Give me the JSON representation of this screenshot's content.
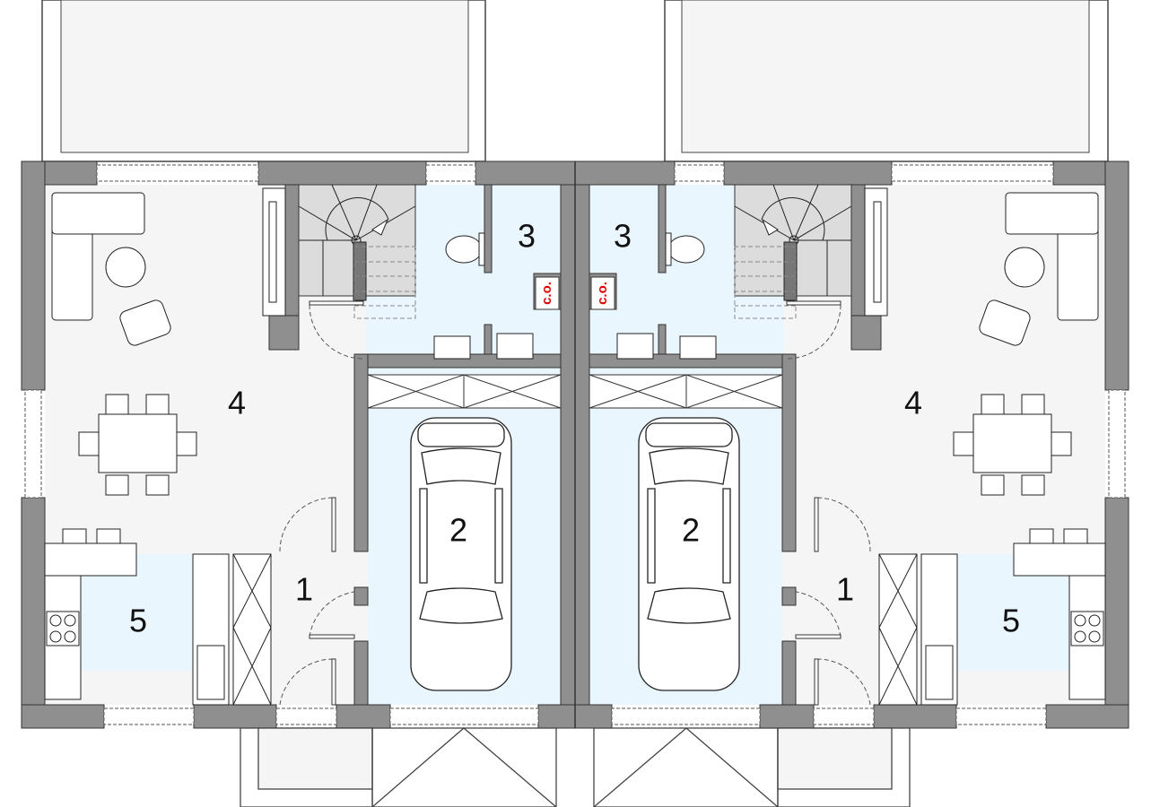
{
  "plan": {
    "units": [
      {
        "rooms": [
          {
            "number": "1",
            "type": "hall"
          },
          {
            "number": "2",
            "type": "garage"
          },
          {
            "number": "3",
            "type": "bathroom"
          },
          {
            "number": "4",
            "type": "living-dining"
          },
          {
            "number": "5",
            "type": "kitchen"
          }
        ],
        "boiler_label": "c.o."
      },
      {
        "rooms": [
          {
            "number": "1",
            "type": "hall"
          },
          {
            "number": "2",
            "type": "garage"
          },
          {
            "number": "3",
            "type": "bathroom"
          },
          {
            "number": "4",
            "type": "living-dining"
          },
          {
            "number": "5",
            "type": "kitchen"
          }
        ],
        "boiler_label": "c.o."
      }
    ],
    "colors": {
      "wall": "#8f8f8f",
      "floor": "#f5f5f5",
      "wet_area": "#eaf6fd",
      "stairs": "#dcdcdc",
      "boiler_text": "#e00000"
    }
  }
}
